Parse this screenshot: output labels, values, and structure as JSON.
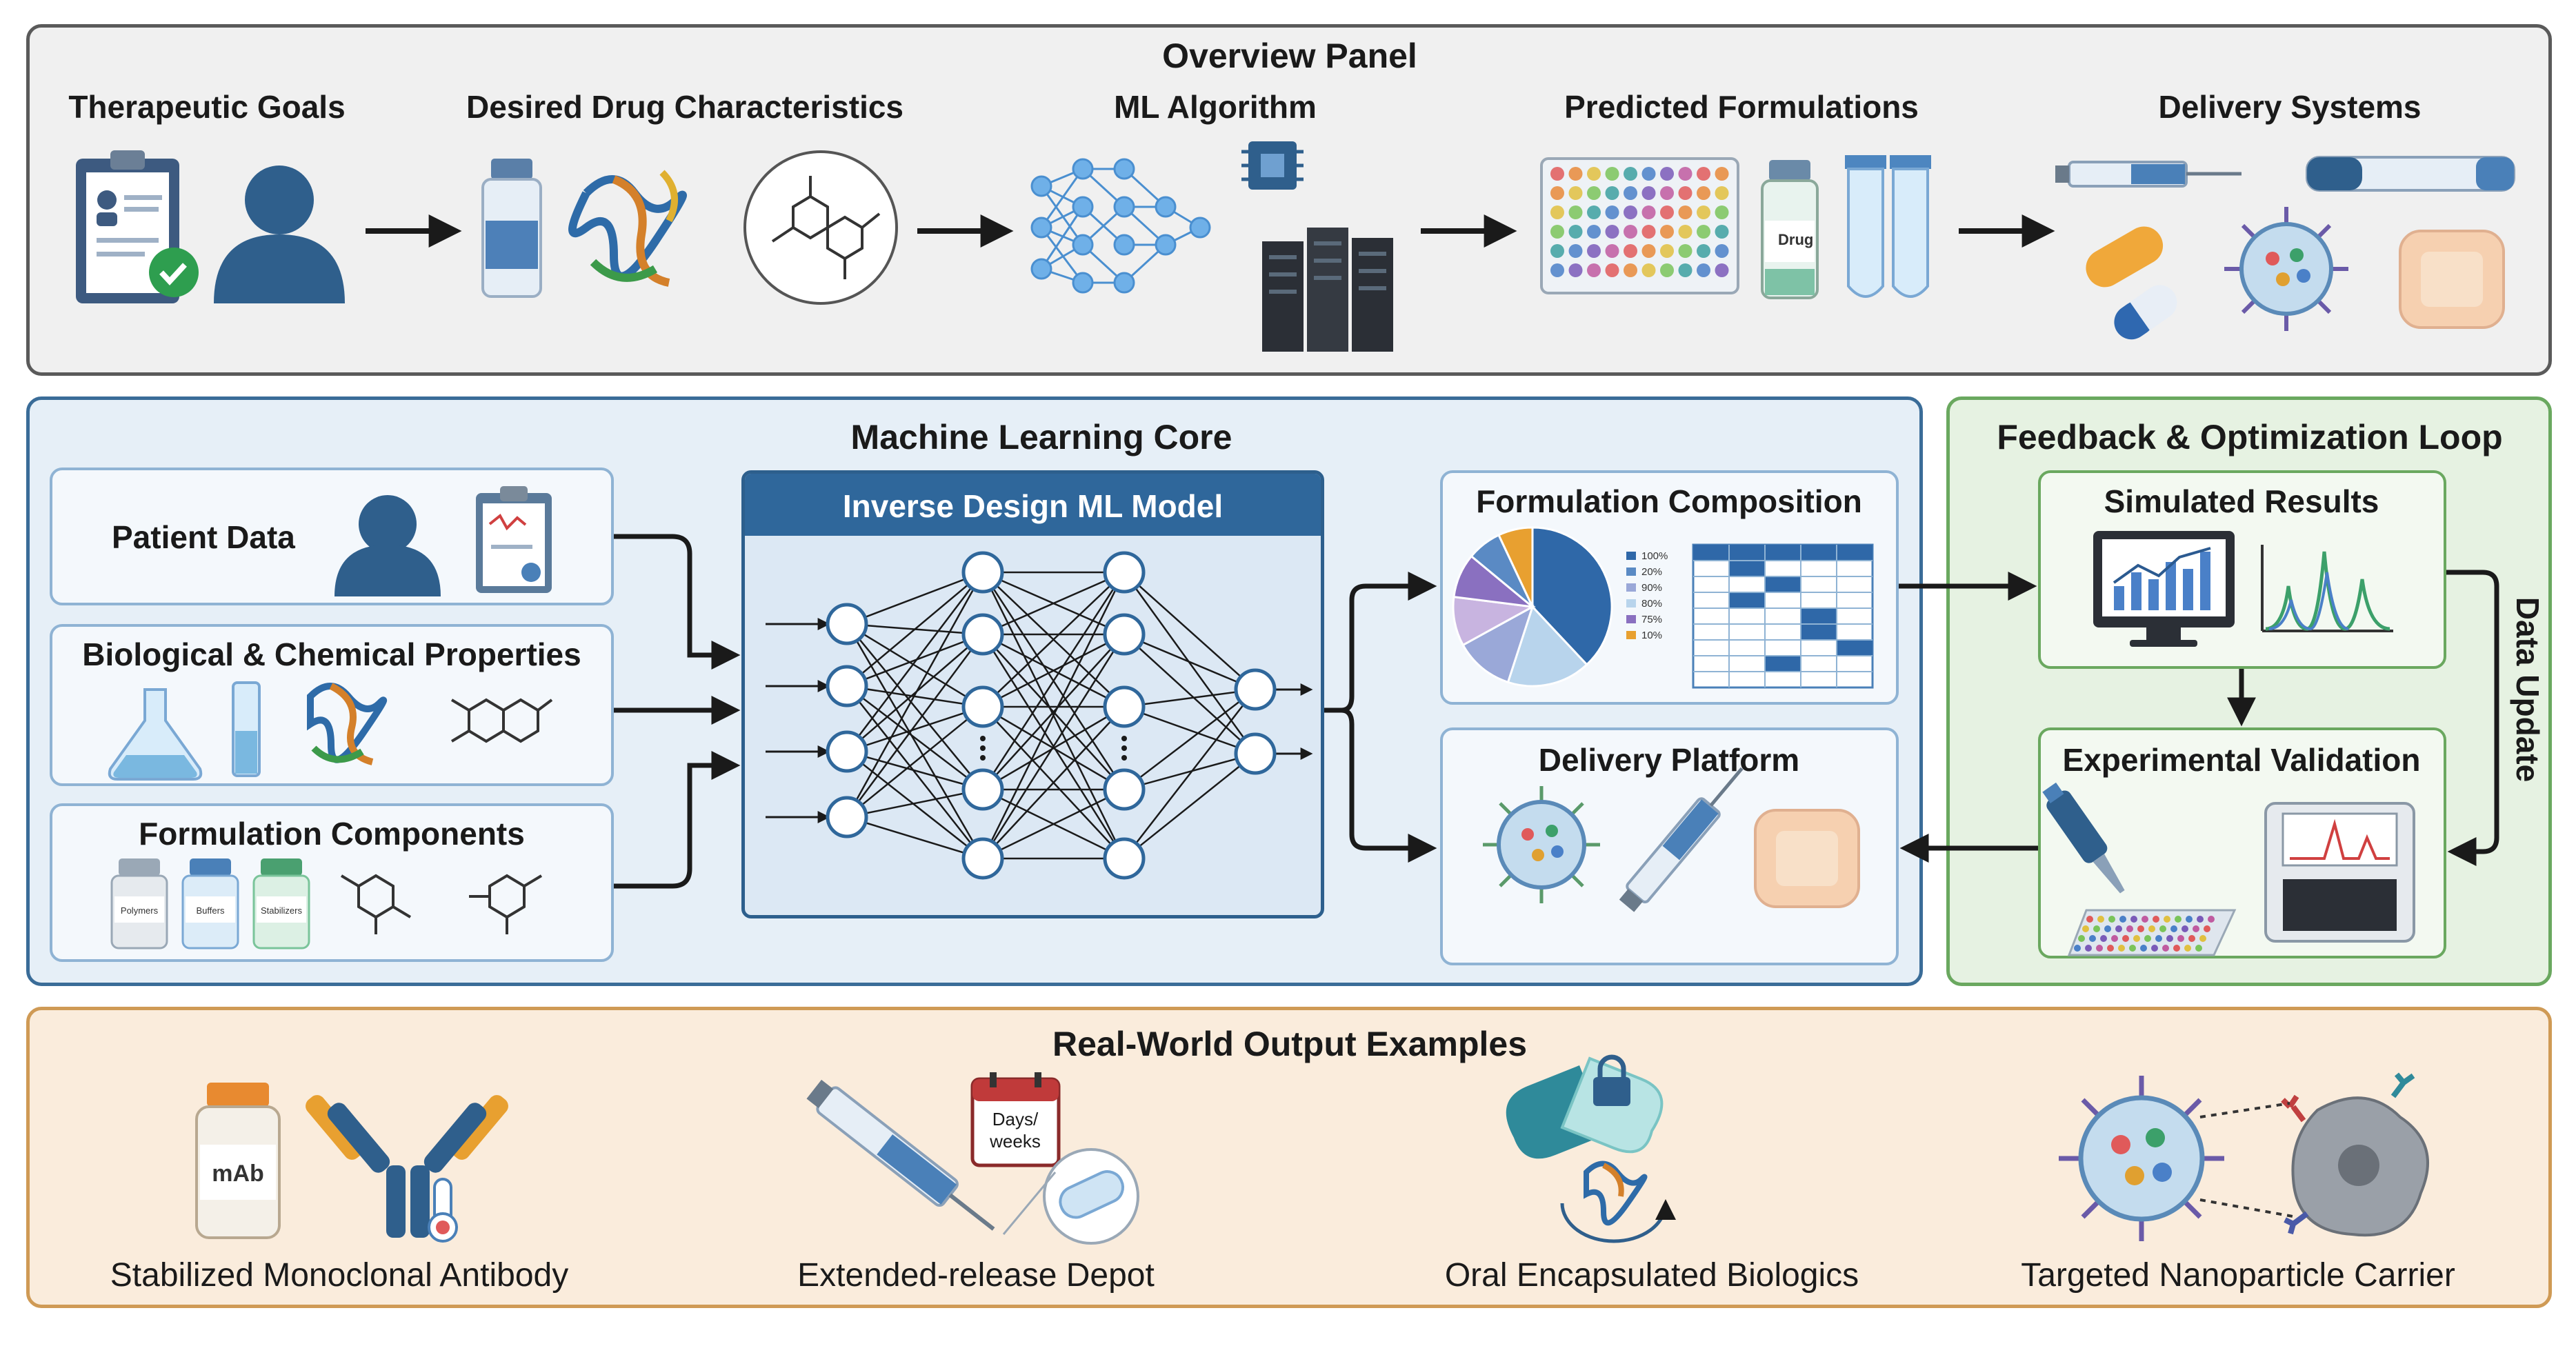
{
  "overview": {
    "title": "Overview Panel",
    "steps": [
      "Therapeutic Goals",
      "Desired Drug Characteristics",
      "ML Algorithm",
      "Predicted Formulations",
      "Delivery Systems"
    ],
    "vial_label": "Drug"
  },
  "ml_core": {
    "title": "Machine Learning Core",
    "inputs": [
      "Patient Data",
      "Biological & Chemical Properties",
      "Formulation Components"
    ],
    "component_vials": [
      "Polymers",
      "Buffers",
      "Stabilizers"
    ],
    "model_title": "Inverse Design ML Model",
    "outputs": [
      "Formulation Composition",
      "Delivery Platform"
    ],
    "legend": [
      "100%",
      "20%",
      "90%",
      "80%",
      "75%",
      "10%"
    ]
  },
  "feedback": {
    "title": "Feedback & Optimization Loop",
    "boxes": [
      "Simulated Results",
      "Experimental Validation"
    ],
    "side_label": "Data Update"
  },
  "real_world": {
    "title": "Real-World Output Examples",
    "examples": [
      "Stabilized Monoclonal Antibody",
      "Extended-release Depot",
      "Oral Encapsulated Biologics",
      "Targeted Nanoparticle Carrier"
    ],
    "vial_label": "mAb",
    "calendar_label": "Days/ weeks"
  },
  "colors": {
    "overview_border": "#5a5a5a",
    "ml_border": "#3a6c98",
    "feedback_border": "#6aa85f",
    "realworld_border": "#cf9a55",
    "model_header": "#2f679b"
  },
  "icons": [
    "clipboard-check-icon",
    "person-icon",
    "vial-icon",
    "protein-icon",
    "molecule-icon",
    "neural-network-icon",
    "chip-icon",
    "server-icon",
    "well-plate-icon",
    "test-tube-icon",
    "syringe-icon",
    "autoinjector-icon",
    "pill-capsule-icon",
    "nanoparticle-icon",
    "patch-icon",
    "flask-icon",
    "graduated-cylinder-icon",
    "pie-chart-icon",
    "table-icon",
    "monitor-chart-icon",
    "chromatogram-icon",
    "pipette-icon",
    "lab-instrument-icon",
    "antibody-icon",
    "calendar-icon",
    "lock-icon",
    "cell-icon"
  ]
}
